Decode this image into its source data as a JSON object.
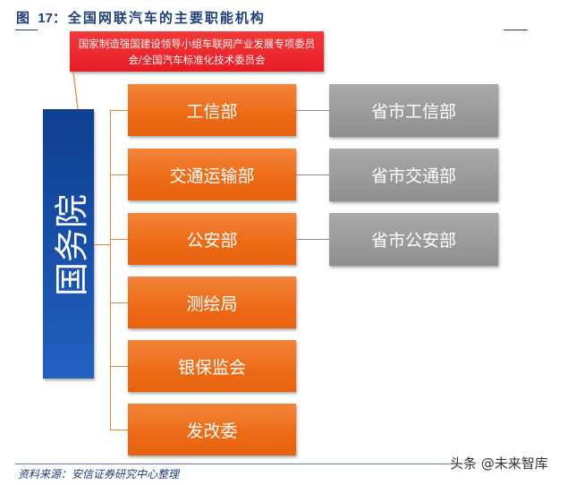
{
  "title": {
    "prefix": "图 ",
    "number": "17",
    "text": "：全国网联汽车的主要职能机构"
  },
  "top_committee": {
    "label": "国家制造强国建设领导小组车联网产业发展专项委员会/全国汽车标准化技术委员会",
    "color": "#e81c25"
  },
  "root": {
    "label": "国务院",
    "color": "#1a4fa8"
  },
  "departments": [
    {
      "label": "工信部",
      "provincial": "省市工信部"
    },
    {
      "label": "交通运输部",
      "provincial": "省市交通部"
    },
    {
      "label": "公安部",
      "provincial": "省市公安部"
    },
    {
      "label": "测绘局",
      "provincial": null
    },
    {
      "label": "银保监会",
      "provincial": null
    },
    {
      "label": "发改委",
      "provincial": null
    }
  ],
  "colors": {
    "department": "#ec6a16",
    "provincial": "#999999",
    "connector": "#e0883e",
    "title": "#1f3d7a"
  },
  "footer": {
    "source": "资料来源：安信证券研究中心整理",
    "watermark": "头条 @未来智库"
  }
}
